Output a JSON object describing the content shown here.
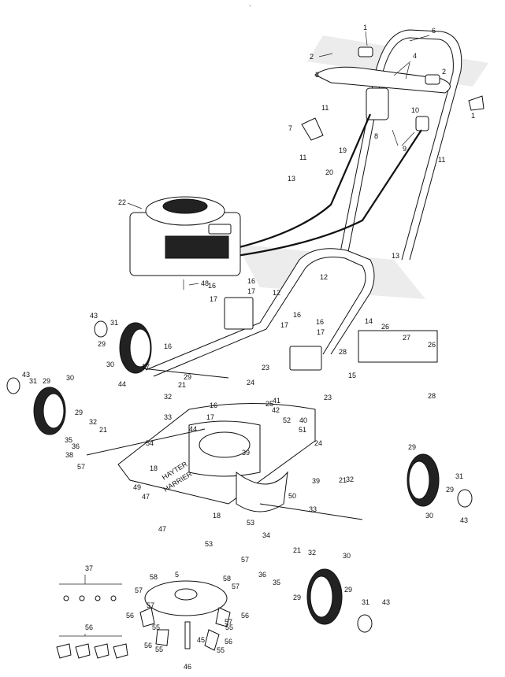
{
  "callouts": {
    "c1": "1",
    "c2": "2",
    "c3": "3",
    "c4": "4",
    "c5": "5",
    "c6": "6",
    "c7": "7",
    "c8": "8",
    "c9": "9",
    "c10": "10",
    "c11": "11",
    "c12": "12",
    "c13": "13",
    "c14": "14",
    "c15": "15",
    "c16": "16",
    "c17": "17",
    "c18": "18",
    "c19": "19",
    "c20": "20",
    "c21": "21",
    "c22": "22",
    "c23": "23",
    "c24": "24",
    "c25": "25",
    "c26": "26",
    "c27": "27",
    "c28": "28",
    "c29": "29",
    "c30": "30",
    "c31": "31",
    "c32": "32",
    "c33": "33",
    "c34": "34",
    "c35": "35",
    "c36": "36",
    "c37": "37",
    "c38": "38",
    "c39": "39",
    "c40": "40",
    "c41": "41",
    "c42": "42",
    "c43": "43",
    "c44": "44",
    "c45": "45",
    "c46": "46",
    "c47": "47",
    "c48": "48",
    "c49": "49",
    "c50": "50",
    "c51": "51",
    "c52": "52",
    "c53": "53",
    "c54": "54",
    "c55": "55",
    "c56": "56",
    "c57": "57",
    "c58": "58"
  },
  "deck_branding": {
    "brand": "HAYTER",
    "model": "HARRIER"
  },
  "top_mark": "."
}
